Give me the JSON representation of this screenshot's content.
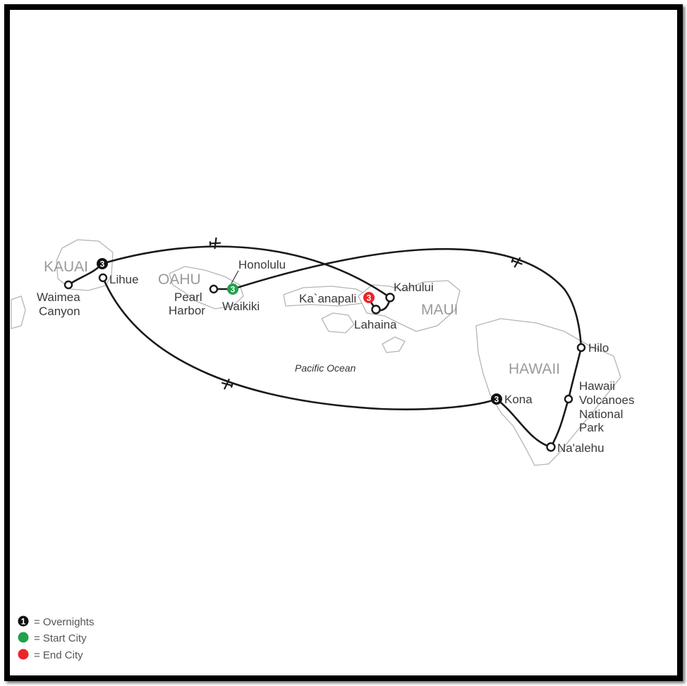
{
  "islands": {
    "kauai": "KAUAI",
    "oahu": "OAHU",
    "maui": "MAUI",
    "hawaii": "HAWAII"
  },
  "ocean": "Pacific Ocean",
  "cities": {
    "waimea_1": "Waimea",
    "waimea_2": "Canyon",
    "lihue": "Lihue",
    "honolulu": "Honolulu",
    "pearl_1": "Pearl",
    "pearl_2": "Harbor",
    "waikiki": "Waikiki",
    "kaanapali": "Ka`anapali",
    "kahului": "Kahului",
    "lahaina": "Lahaina",
    "hilo": "Hilo",
    "hvnp_1": "Hawaii",
    "hvnp_2": "Volcanoes",
    "hvnp_3": "National",
    "hvnp_4": "Park",
    "kona": "Kona",
    "naalehu": "Na'alehu"
  },
  "overnights": {
    "kauai": "3",
    "oahu": "3",
    "maui": "3",
    "kona": "3"
  },
  "legend": {
    "sample": "1",
    "overnights": "= Overnights",
    "start": "= Start City",
    "end": "= End City"
  },
  "colors": {
    "start": "#1fa24a",
    "end": "#e8262b",
    "overnight": "#111111"
  }
}
